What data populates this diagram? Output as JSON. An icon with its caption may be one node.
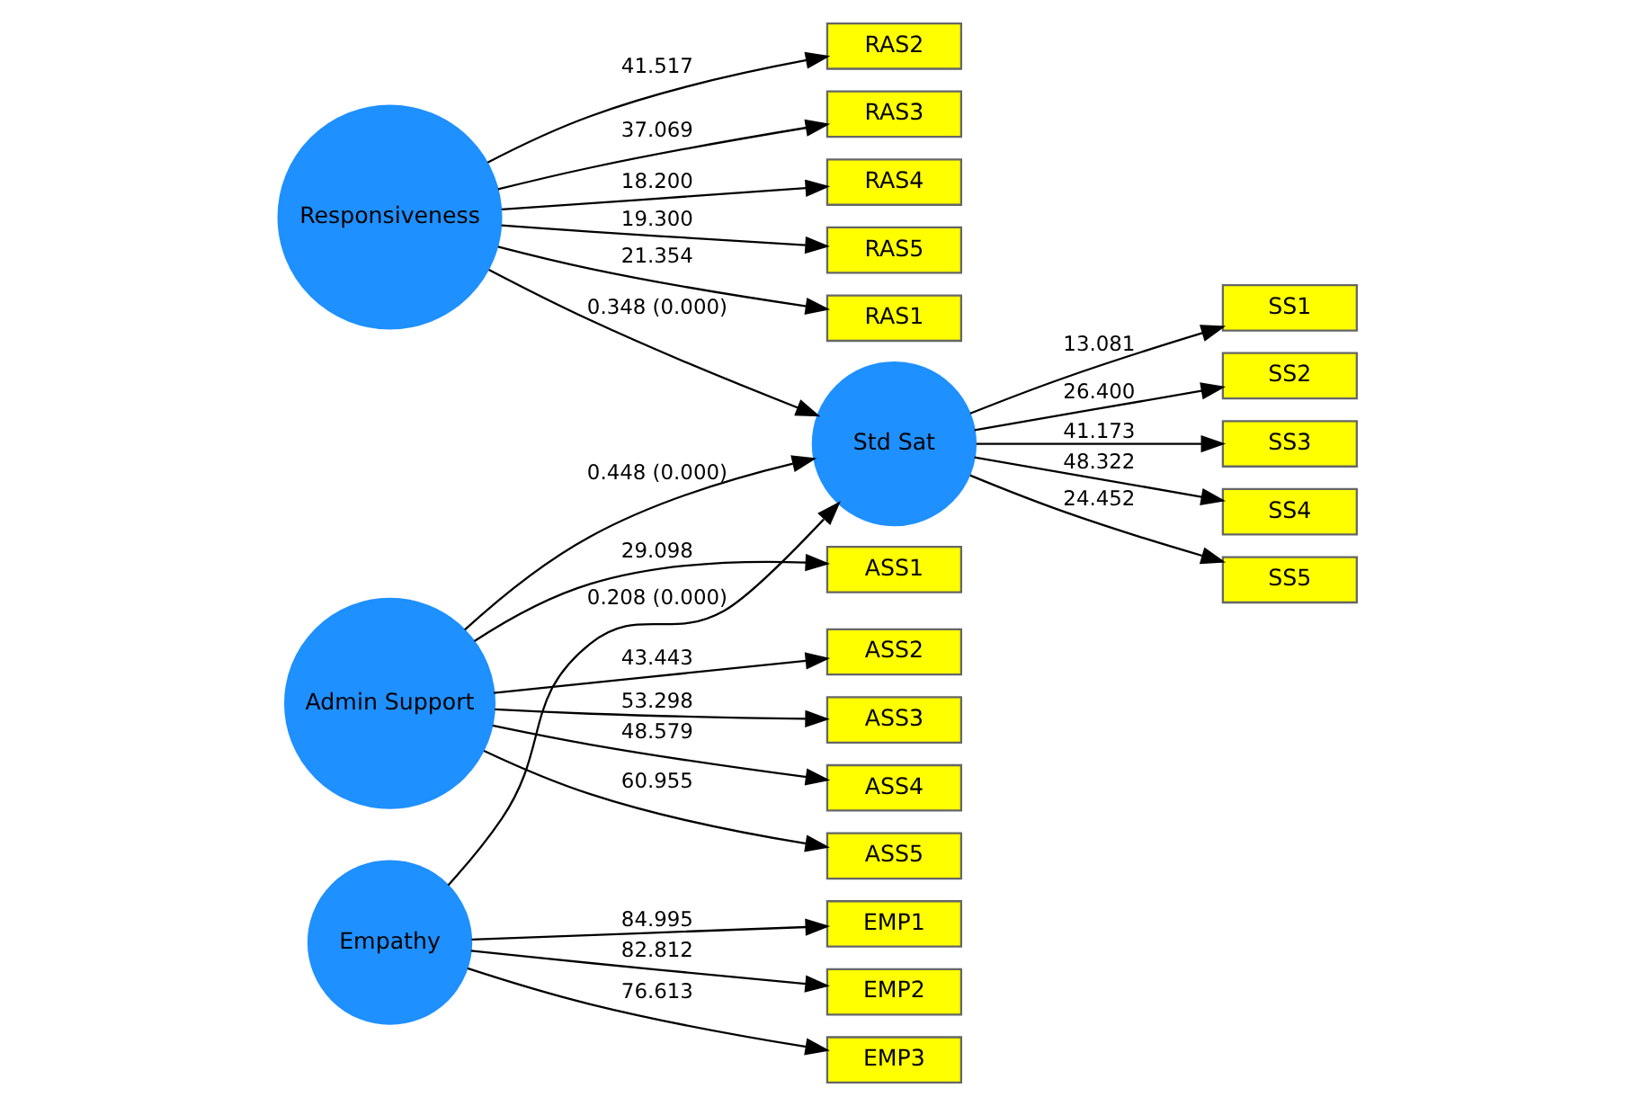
{
  "diagram": {
    "nodes": [
      {
        "text": [
          "RAS1"
        ]
      },
      {
        "text": [
          "RAS2"
        ]
      },
      {
        "text": [
          "RAS3"
        ]
      },
      {
        "text": [
          "RAS4"
        ]
      },
      {
        "text": [
          "RAS5"
        ]
      },
      {
        "text": [
          "ASS1"
        ]
      },
      {
        "text": [
          "ASS2"
        ]
      },
      {
        "text": [
          "ASS3"
        ]
      },
      {
        "text": [
          "ASS4"
        ]
      },
      {
        "text": [
          "ASS5"
        ]
      },
      {
        "text": [
          "Admin Support"
        ]
      },
      {
        "text": [
          "Responsiveness"
        ]
      },
      {
        "text": [
          "EMP1"
        ]
      },
      {
        "text": [
          "EMP2"
        ]
      },
      {
        "text": [
          "EMP3"
        ]
      },
      {
        "text": [
          "Empathy"
        ]
      },
      {
        "text": [
          "Std Sat"
        ]
      },
      {
        "text": [
          "SS1"
        ]
      },
      {
        "text": [
          "SS2"
        ]
      },
      {
        "text": [
          "SS3"
        ]
      },
      {
        "text": [
          "SS4"
        ]
      },
      {
        "text": [
          "SS5"
        ]
      }
    ],
    "edges": [
      {
        "from": 11,
        "to": 0,
        "arrow": "to",
        "label": "21.354"
      },
      {
        "from": 11,
        "to": 1,
        "arrow": "to",
        "label": "41.517"
      },
      {
        "from": 11,
        "to": 2,
        "arrow": "to",
        "label": "37.069"
      },
      {
        "from": 11,
        "to": 3,
        "arrow": "to",
        "label": "18.200"
      },
      {
        "from": 11,
        "to": 4,
        "arrow": "to",
        "label": "19.300"
      },
      {
        "from": 10,
        "to": 5,
        "arrow": "to",
        "label": "29.098"
      },
      {
        "from": 10,
        "to": 6,
        "arrow": "to",
        "label": "43.443"
      },
      {
        "from": 10,
        "to": 7,
        "arrow": "to",
        "label": "53.298"
      },
      {
        "from": 10,
        "to": 8,
        "arrow": "to",
        "label": "48.579"
      },
      {
        "from": 10,
        "to": 9,
        "arrow": "to",
        "label": "60.955"
      },
      {
        "from": 15,
        "to": 12,
        "arrow": "to",
        "label": "84.995"
      },
      {
        "from": 15,
        "to": 13,
        "arrow": "to",
        "label": "82.812"
      },
      {
        "from": 15,
        "to": 14,
        "arrow": "to",
        "label": "76.613"
      },
      {
        "from": 16,
        "to": 17,
        "arrow": "to",
        "label": "13.081"
      },
      {
        "from": 16,
        "to": 18,
        "arrow": "to",
        "label": "26.400"
      },
      {
        "from": 16,
        "to": 19,
        "arrow": "to",
        "label": "41.173"
      },
      {
        "from": 16,
        "to": 20,
        "arrow": "to",
        "label": "48.322"
      },
      {
        "from": 16,
        "to": 21,
        "arrow": "to",
        "label": "24.452"
      },
      {
        "from": 10,
        "to": 16,
        "arrow": "to",
        "label": "0.448 (0.000)"
      },
      {
        "from": 11,
        "to": 16,
        "arrow": "to",
        "label": "0.348 (0.000)"
      },
      {
        "from": 15,
        "to": 16,
        "arrow": "to",
        "label": "0.208 (0.000)"
      }
    ]
  }
}
